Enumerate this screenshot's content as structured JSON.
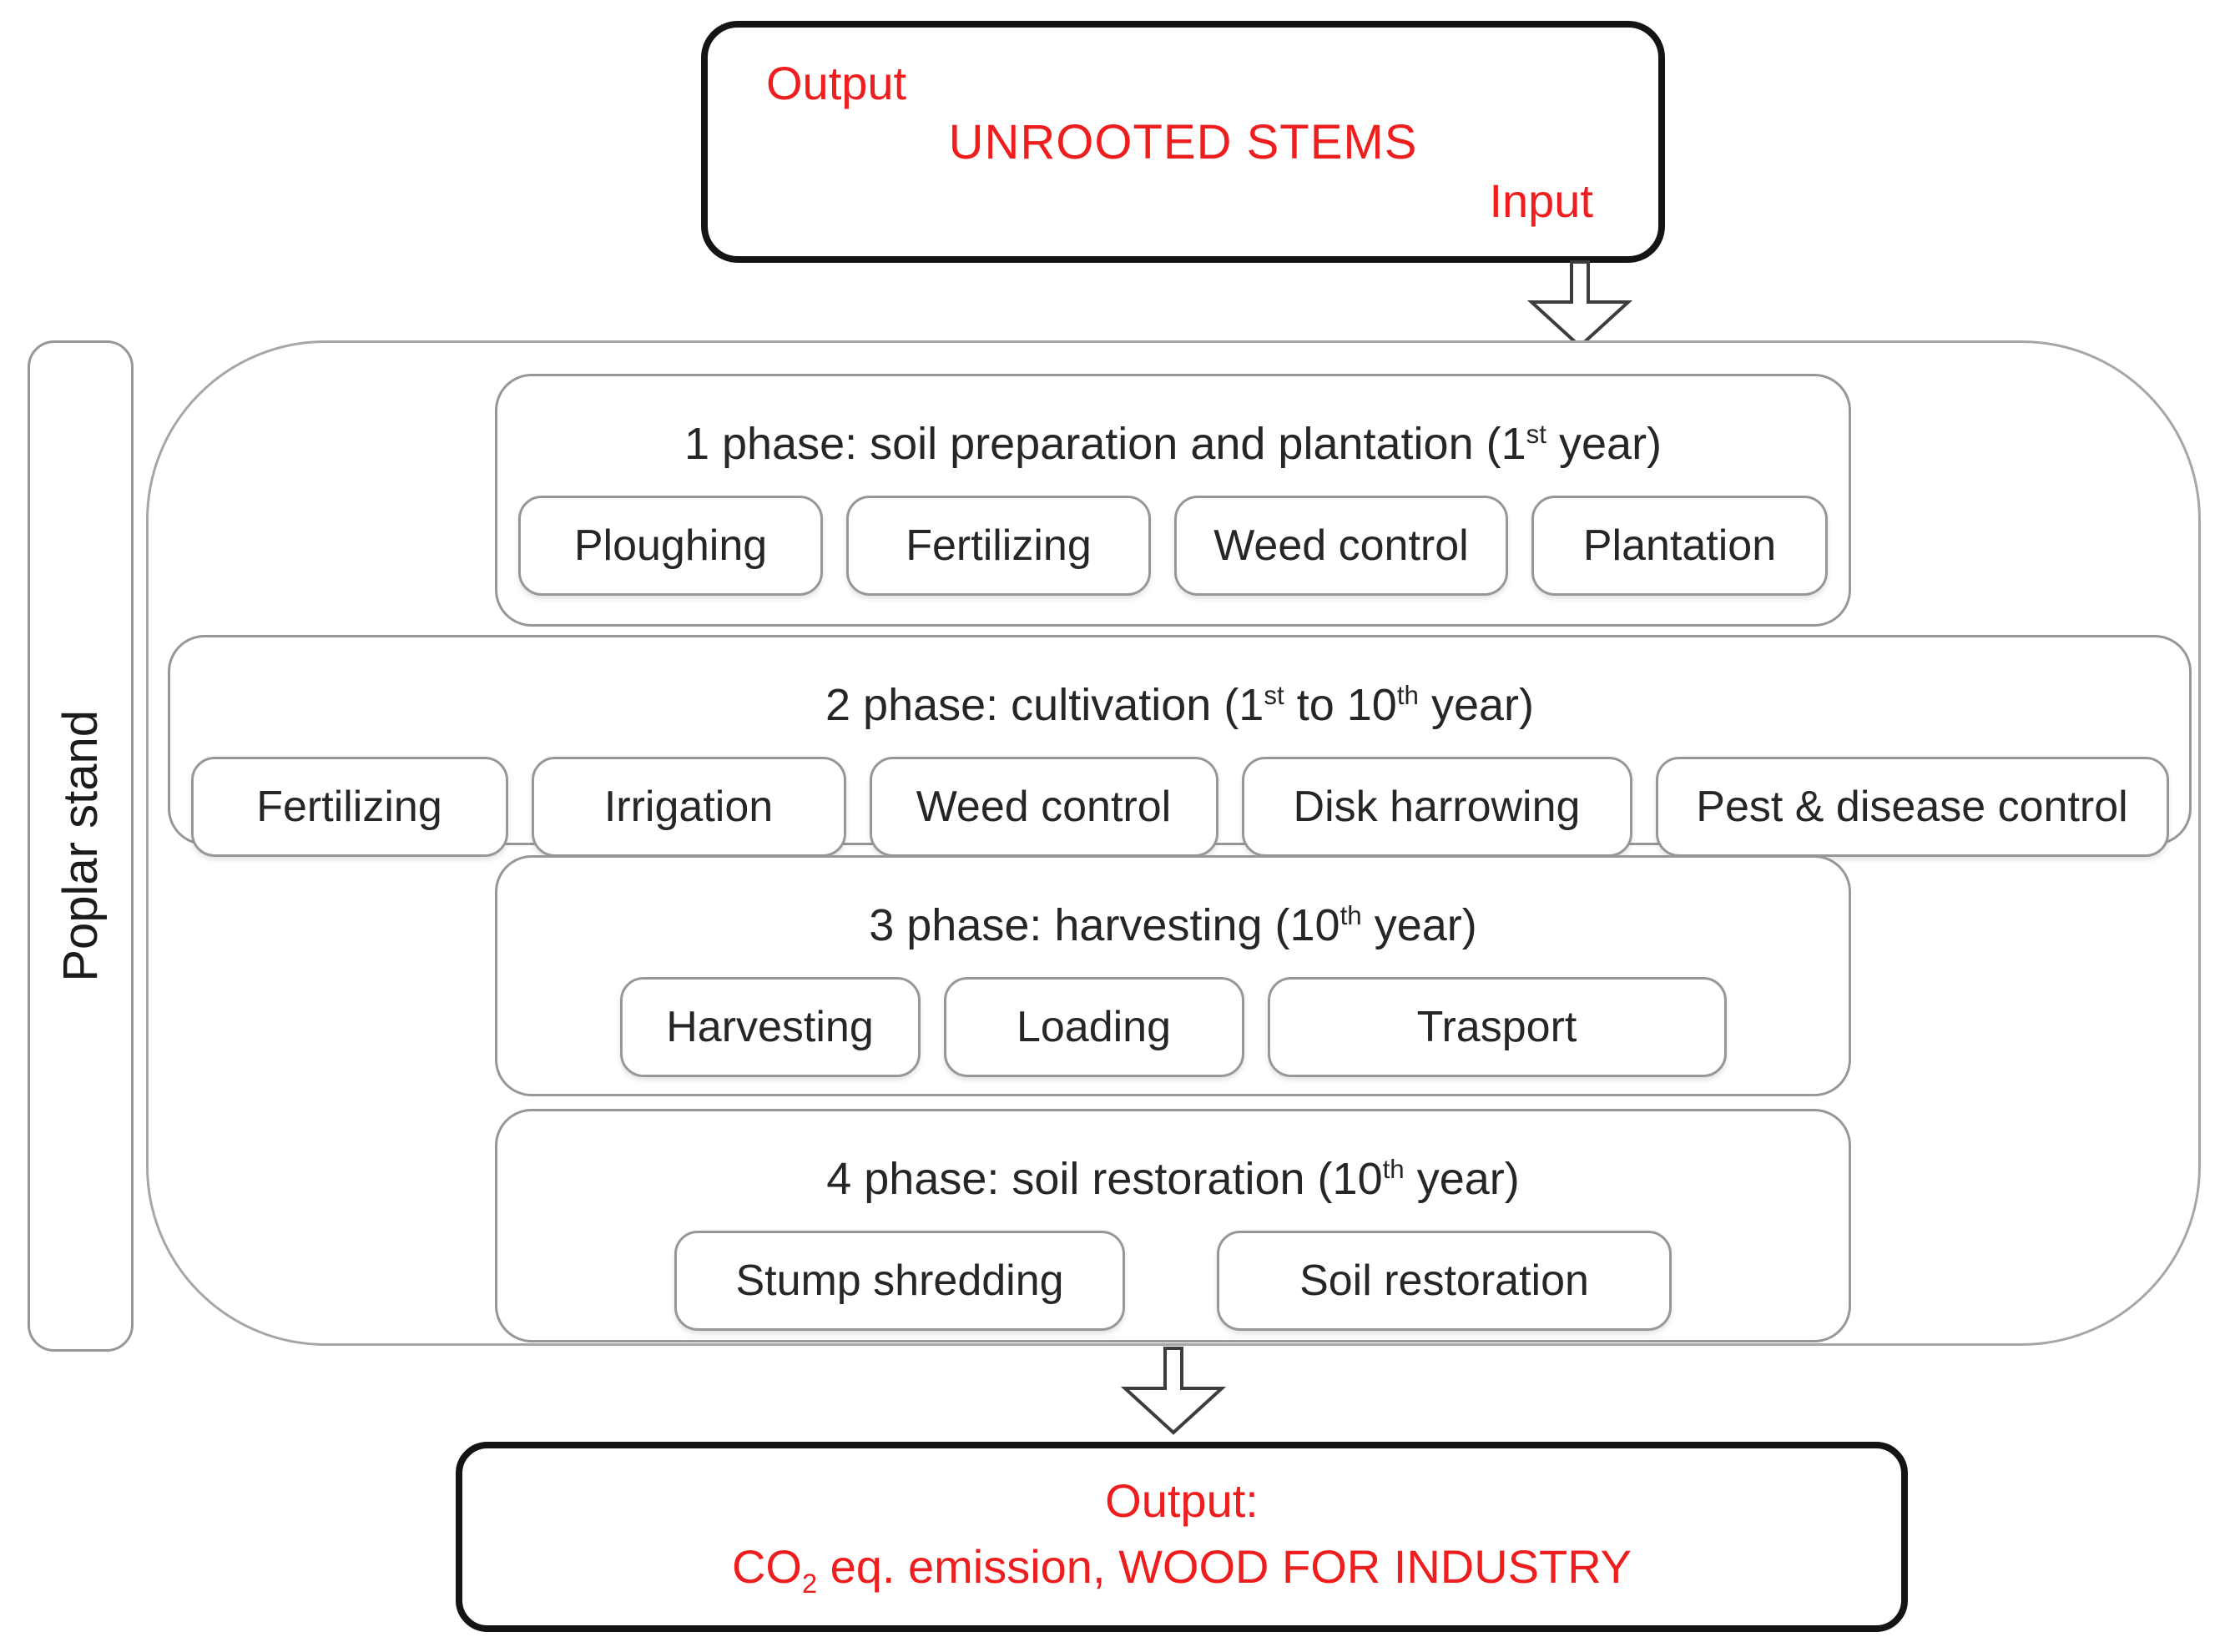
{
  "colors": {
    "red": "#ee1e1e",
    "ink": "#262626",
    "gray": "#979797",
    "gray-light": "#a6a6a6",
    "dark": "#141414"
  },
  "top_box": {
    "output_label": "Output",
    "title": "UNROOTED STEMS",
    "input_label": "Input"
  },
  "system_label": "Poplar stand",
  "phases": [
    {
      "title": [
        {
          "t": "1 phase: soil preparation and plantation (1"
        },
        {
          "sup": "st"
        },
        {
          "t": " year)"
        }
      ],
      "items": [
        "Ploughing",
        "Fertilizing",
        "Weed control",
        "Plantation"
      ]
    },
    {
      "title": [
        {
          "t": "2 phase: cultivation (1"
        },
        {
          "sup": "st"
        },
        {
          "t": " to 10"
        },
        {
          "sup": "th"
        },
        {
          "t": " year)"
        }
      ],
      "items": [
        "Fertilizing",
        "Irrigation",
        "Weed control",
        "Disk harrowing",
        "Pest & disease control"
      ]
    },
    {
      "title": [
        {
          "t": "3 phase: harvesting (10"
        },
        {
          "sup": "th"
        },
        {
          "t": " year)"
        }
      ],
      "items": [
        "Harvesting",
        "Loading",
        "Trasport"
      ]
    },
    {
      "title": [
        {
          "t": "4 phase: soil restoration (10"
        },
        {
          "sup": "th"
        },
        {
          "t": " year)"
        }
      ],
      "items": [
        "Stump shredding",
        "Soil restoration"
      ]
    }
  ],
  "bottom_box": {
    "line1": "Output:",
    "line2": [
      {
        "t": "CO"
      },
      {
        "sub": "2"
      },
      {
        "t": " eq. emission, WOOD FOR INDUSTRY"
      }
    ]
  }
}
